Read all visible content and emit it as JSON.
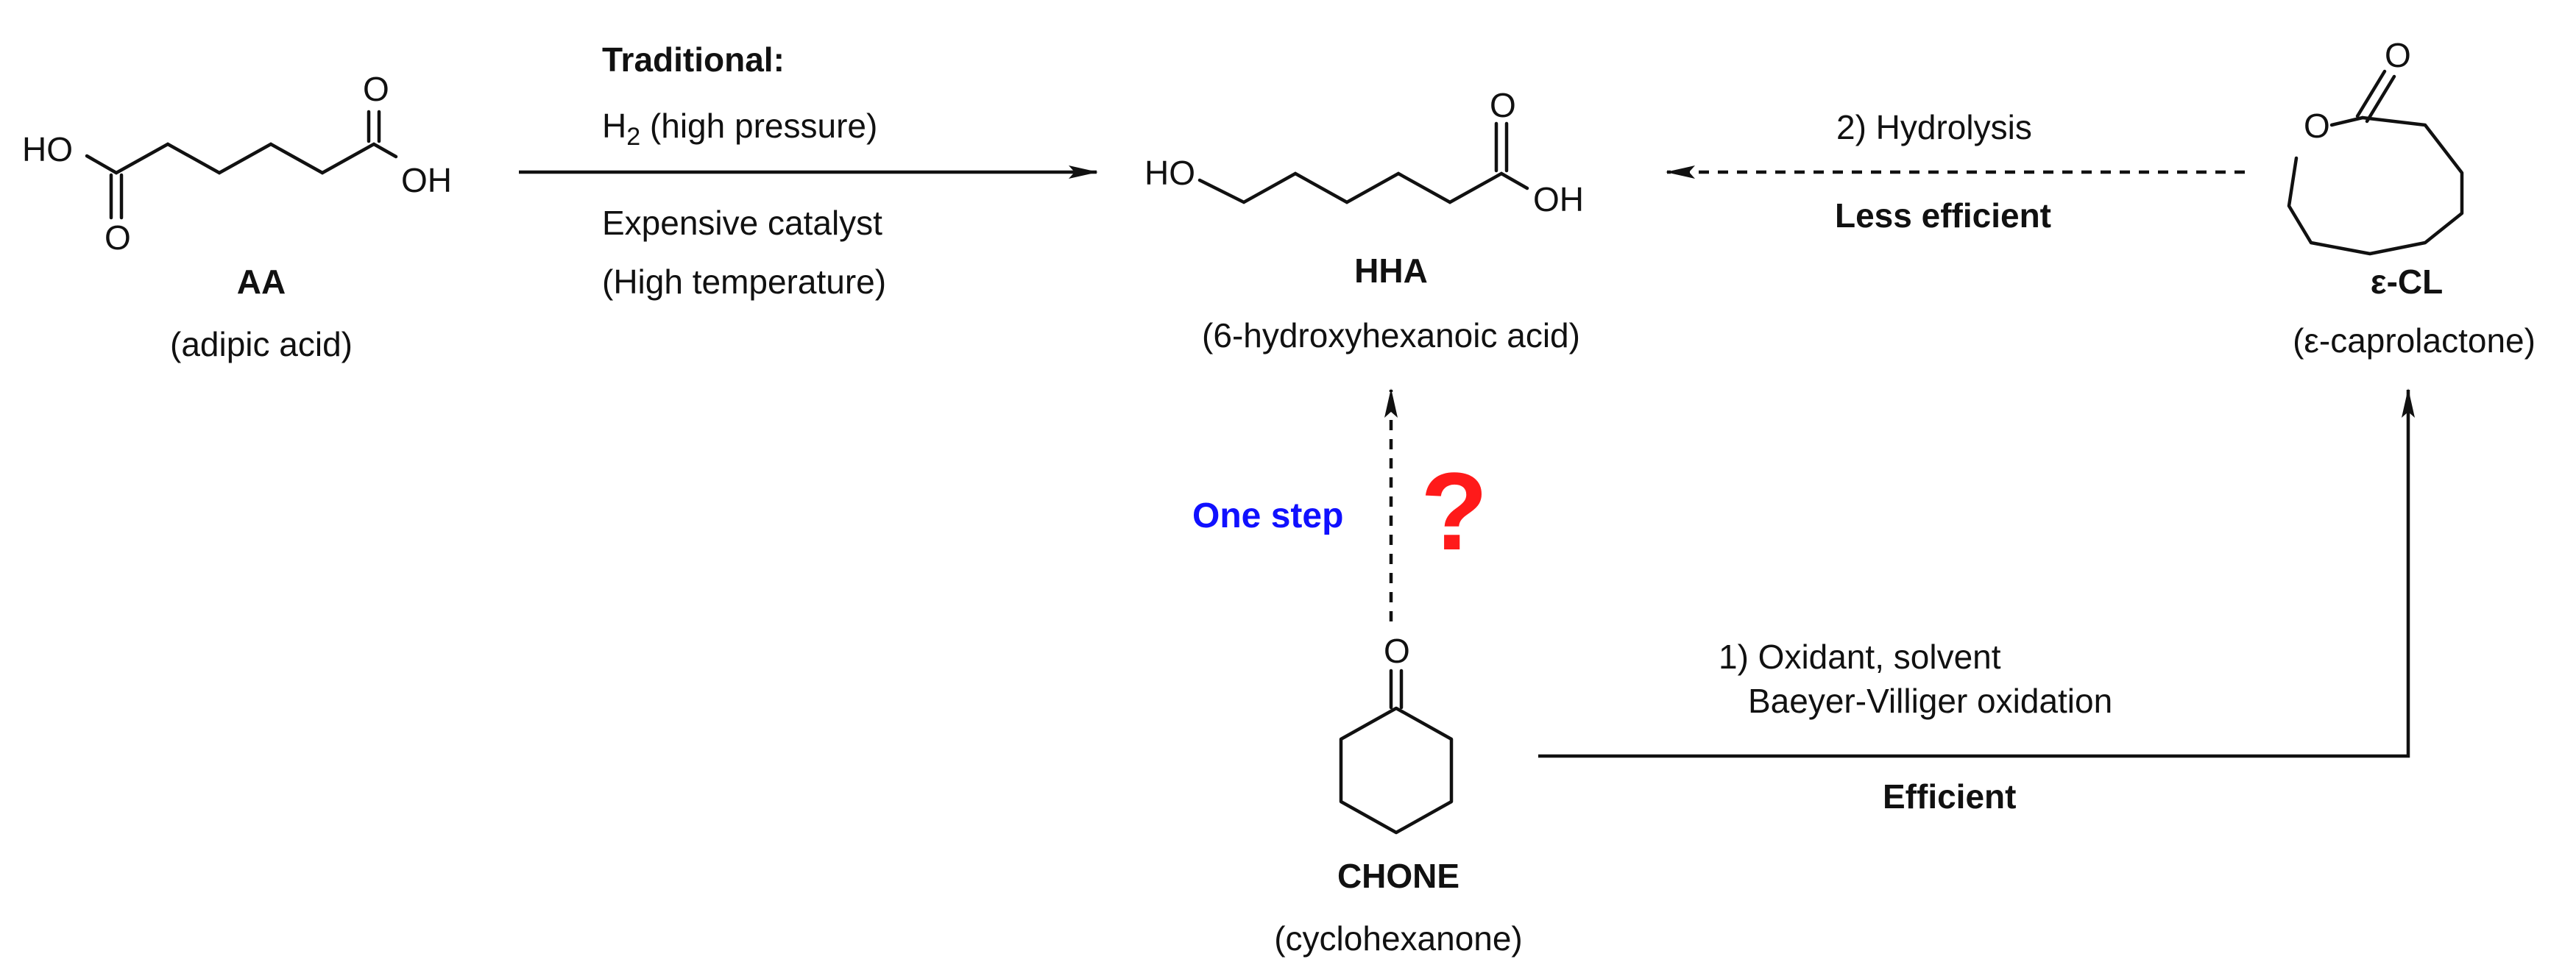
{
  "compounds": {
    "aa": {
      "abbr": "AA",
      "name": "(adipic acid)",
      "atoms": {
        "ho": "HO",
        "o_top": "O",
        "o_bottom": "O",
        "oh": "OH"
      }
    },
    "hha": {
      "abbr": "HHA",
      "name": "(6-hydroxyhexanoic acid)",
      "atoms": {
        "ho": "HO",
        "o_top": "O",
        "oh": "OH"
      }
    },
    "ecl": {
      "abbr": "ε-CL",
      "name": "(ε-caprolactone)",
      "atoms": {
        "o_carbonyl": "O",
        "o_ring": "O"
      }
    },
    "chone": {
      "abbr": "CHONE",
      "name": "(cyclohexanone)",
      "atoms": {
        "o_carbonyl": "O"
      }
    }
  },
  "routes": {
    "traditional": {
      "heading": "Traditional:",
      "h2_main": "H",
      "h2_sub": "2",
      "h2_rest": " (high pressure)",
      "line2": "Expensive catalyst",
      "line3": "(High temperature)"
    },
    "hydrolysis": {
      "label": "2) Hydrolysis",
      "note": "Less efficient"
    },
    "oxidation": {
      "line1": "1) Oxidant, solvent",
      "line2": "Baeyer-Villiger oxidation",
      "note": "Efficient"
    },
    "one_step": {
      "label": "One step",
      "mark": "?"
    }
  },
  "colors": {
    "ink": "#111111",
    "one_step": "#1010ff",
    "question_mark": "#ff1a1a"
  }
}
